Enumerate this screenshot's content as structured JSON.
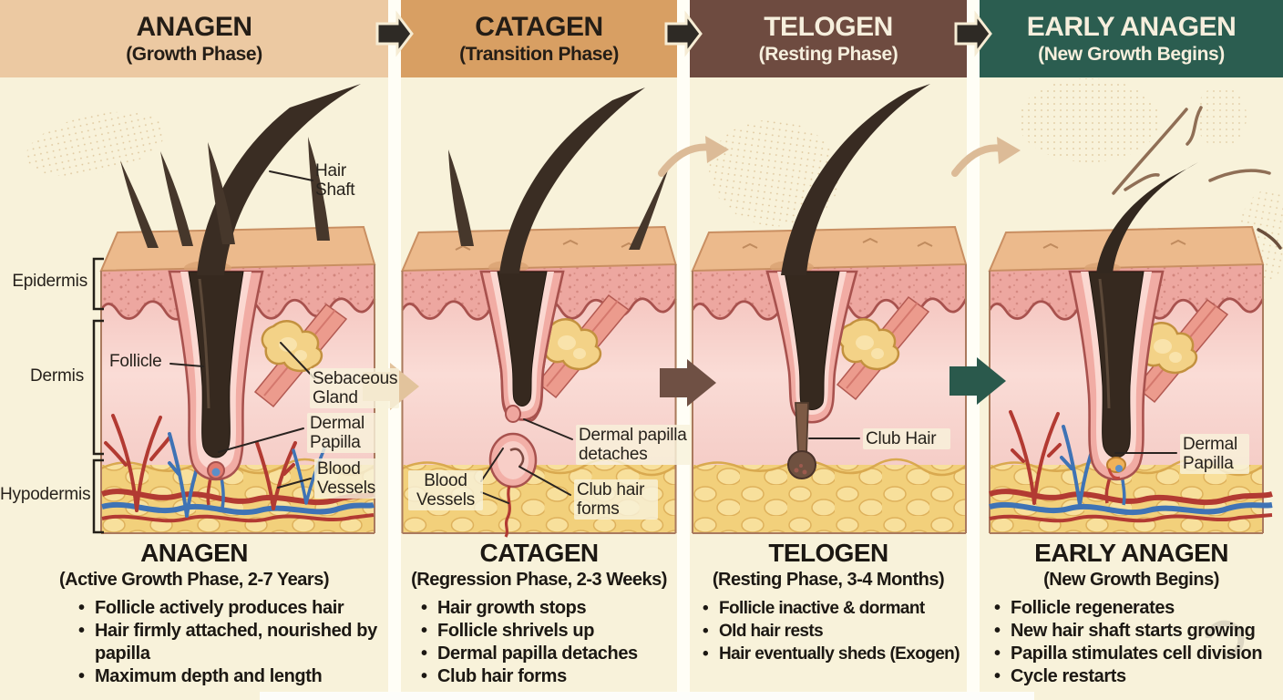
{
  "layers": {
    "epidermis": "Epidermis",
    "dermis": "Dermis",
    "hypodermis": "Hypodermis"
  },
  "phases": [
    {
      "header": {
        "title": "ANAGEN",
        "subtitle": "(Growth Phase)"
      },
      "annotations": {
        "hair_shaft": "Hair Shaft",
        "follicle": "Follicle",
        "sebaceous_gland": "Sebaceous Gland",
        "dermal_papilla": "Dermal Papilla",
        "blood_vessels": "Blood Vessels"
      },
      "panel": {
        "title": "ANAGEN",
        "subtitle": "(Active Growth Phase, 2-7 Years)",
        "bullets": [
          "Follicle actively produces hair",
          "Hair firmly attached, nourished by papilla",
          "Maximum depth and length"
        ]
      }
    },
    {
      "header": {
        "title": "CATAGEN",
        "subtitle": "(Transition Phase)"
      },
      "annotations": {
        "dermal_papilla_detaches": "Dermal papilla detaches",
        "blood_vessels": "Blood Vessels",
        "club_hair_forms": "Club hair forms"
      },
      "panel": {
        "title": "CATAGEN",
        "subtitle": "(Regression Phase, 2-3 Weeks)",
        "bullets": [
          "Hair growth stops",
          "Follicle shrivels up",
          "Dermal papilla detaches",
          "Club hair forms"
        ]
      }
    },
    {
      "header": {
        "title": "TELOGEN",
        "subtitle": "(Resting Phase)"
      },
      "annotations": {
        "club_hair": "Club Hair"
      },
      "panel": {
        "title": "TELOGEN",
        "subtitle": "(Resting Phase, 3-4 Months)",
        "bullets": [
          "Follicle inactive & dormant",
          "Old hair rests",
          "Hair eventually sheds (Exogen)"
        ]
      }
    },
    {
      "header": {
        "title": "EARLY ANAGEN",
        "subtitle": "(New Growth Begins)"
      },
      "annotations": {
        "dermal_papilla": "Dermal Papilla"
      },
      "panel": {
        "title": "EARLY ANAGEN",
        "subtitle": "(New Growth Begins)",
        "bullets": [
          "Follicle regenerates",
          "New hair shaft starts growing",
          "Papilla stimulates cell division",
          "Cycle restarts"
        ]
      }
    }
  ],
  "colors": {
    "background": "#f8f2da",
    "header_anagen": "#ecc9a2",
    "header_catagen": "#d89f63",
    "header_telogen": "#6e4b40",
    "header_early_anagen": "#2b5d50",
    "header_arrow": "#2e2a25",
    "mid_arrow_tan": "#e2c39c",
    "mid_arrow_brown": "#6f5044",
    "mid_arrow_teal": "#2a594c",
    "skin_surface": "#ecba8c",
    "epidermis": "#eda7a0",
    "dermis": "#f7d0ca",
    "hypodermis_fat": "#f2d07b",
    "hair": "#36291f",
    "vessel_red": "#b23a32",
    "vessel_blue": "#3f73b5"
  }
}
